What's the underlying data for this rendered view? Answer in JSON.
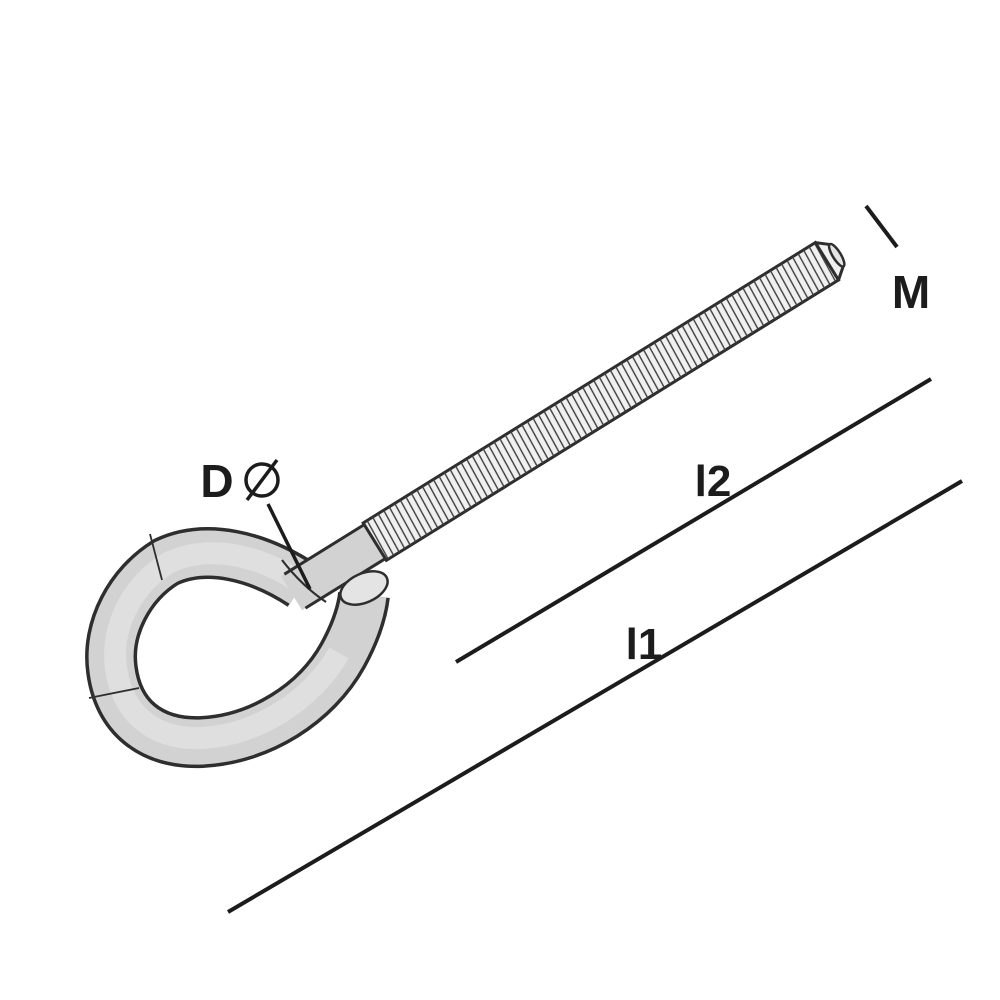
{
  "diagram": {
    "name": "eye-bolt-technical-drawing",
    "labels": {
      "thread_size": "M",
      "thread_length": "l2",
      "total_length": "l1",
      "eye_diameter": "D",
      "diameter_symbol": "⌀"
    },
    "icons": {
      "diameter_symbol_icon": "circle-slash"
    },
    "colors": {
      "line": "#1c1c1c",
      "outline": "#2e2e2e",
      "metal_base": "#d2d2d2",
      "metal_highlight": "#dfdfdf",
      "metal_face": "#e4e4e4",
      "thread_fill": "#f0f0f0",
      "thread_line": "#3d3d3d",
      "background": "#ffffff"
    }
  }
}
